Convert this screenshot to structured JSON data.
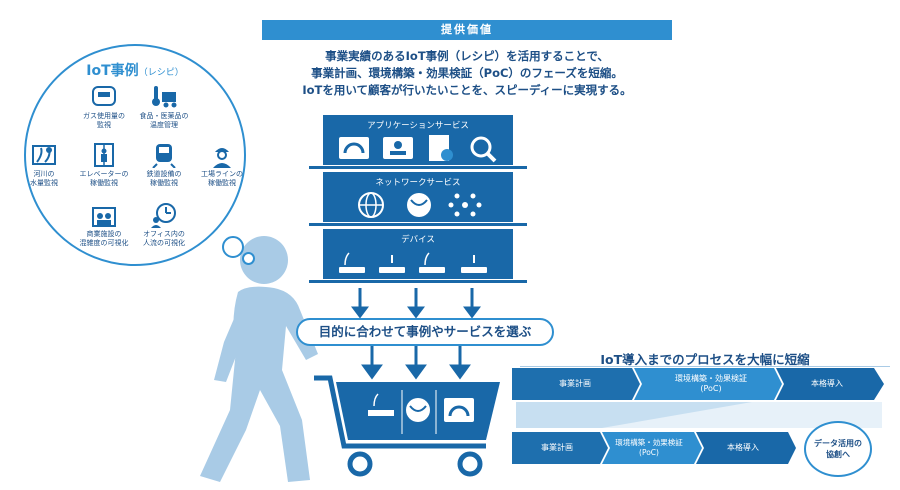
{
  "header": {
    "label": "提供価値"
  },
  "value_lines": [
    "事業実績のあるIoT事例（レシピ）を活用することで、",
    "事業計画、環境構築・効果検証（PoC）のフェーズを短縮。",
    "IoTを用いて顧客が行いたいことを、スピーディーに実現する。"
  ],
  "iot_cases": {
    "title": "IoT事例",
    "title_suffix": "（レシピ）",
    "items": [
      {
        "line1": "ガス使用量の",
        "line2": "監視",
        "icon": "gas-meter-icon"
      },
      {
        "line1": "食品・医薬品の",
        "line2": "温度管理",
        "icon": "thermometer-truck-icon"
      },
      {
        "line1": "河川の",
        "line2": "水量監視",
        "icon": "river-map-icon"
      },
      {
        "line1": "エレベーターの",
        "line2": "稼働監視",
        "icon": "elevator-icon"
      },
      {
        "line1": "鉄道設備の",
        "line2": "稼働監視",
        "icon": "train-icon"
      },
      {
        "line1": "工場ラインの",
        "line2": "稼働監視",
        "icon": "factory-worker-icon"
      },
      {
        "line1": "商業施設の",
        "line2": "混雑度の可視化",
        "icon": "shop-icon"
      },
      {
        "line1": "オフィス内の",
        "line2": "人流の可視化",
        "icon": "office-people-icon"
      }
    ]
  },
  "services": {
    "application": "アプリケーションサービス",
    "network": "ネットワークサービス",
    "device": "デバイス"
  },
  "choose_text": "目的に合わせて事例やサービスを選ぶ",
  "process": {
    "title": "IoT導入までのプロセスを大幅に短縮",
    "before": {
      "plan": "事業計画",
      "poc_1": "環境構築・効果検証",
      "poc_2": "(PoC)",
      "launch": "本格導入"
    },
    "after": {
      "plan": "事業計画",
      "poc_1": "環境構築・効果検証",
      "poc_2": "(PoC)",
      "launch": "本格導入"
    },
    "data_1": "データ活用の",
    "data_2": "協創へ"
  },
  "colors": {
    "primary": "#1968a8",
    "accent": "#2f8fd0",
    "light": "#a9cbe6",
    "figure": "#a9cbe6"
  }
}
